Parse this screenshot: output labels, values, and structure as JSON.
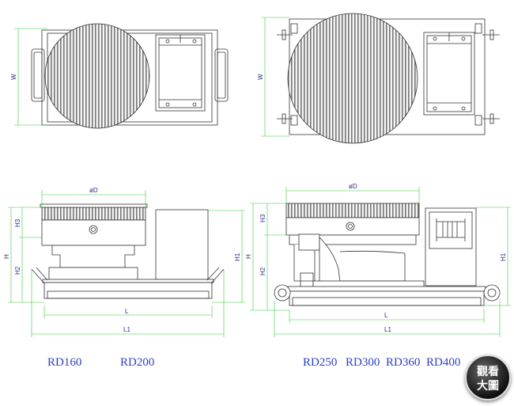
{
  "dimensions": {
    "width": "W",
    "diameter": "øD",
    "height": "H",
    "height1": "H1",
    "height2": "H2",
    "height3": "H3",
    "length": "L",
    "length1": "L1"
  },
  "models": {
    "left_group": [
      "RD160",
      "RD200"
    ],
    "right_group": [
      "RD250",
      "RD300",
      "RD360",
      "RD400"
    ]
  },
  "zoom_badge": {
    "line1": "觀看",
    "line2": "大圖"
  },
  "colors": {
    "dimension_line": "#33cc33",
    "dimension_text": "#2a2a8a",
    "model_link": "#2b3fc4"
  }
}
